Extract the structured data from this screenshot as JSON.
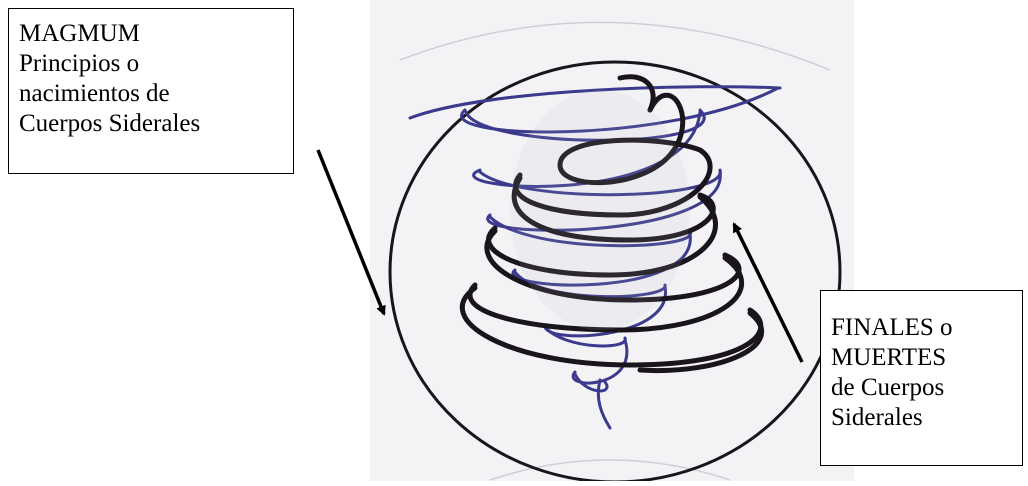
{
  "labels": {
    "top": {
      "lines": [
        "MAGMUM",
        "Principios o",
        "nacimientos de",
        "Cuerpos Siderales"
      ]
    },
    "bottom": {
      "lines": [
        "FINALES o",
        "MUERTES",
        "de Cuerpos",
        "Siderales"
      ]
    }
  },
  "colors": {
    "spiral_black": "#1a141c",
    "spiral_blue": "#3b3a8c",
    "paper": "#f3f3f6",
    "arrow": "#000000"
  }
}
